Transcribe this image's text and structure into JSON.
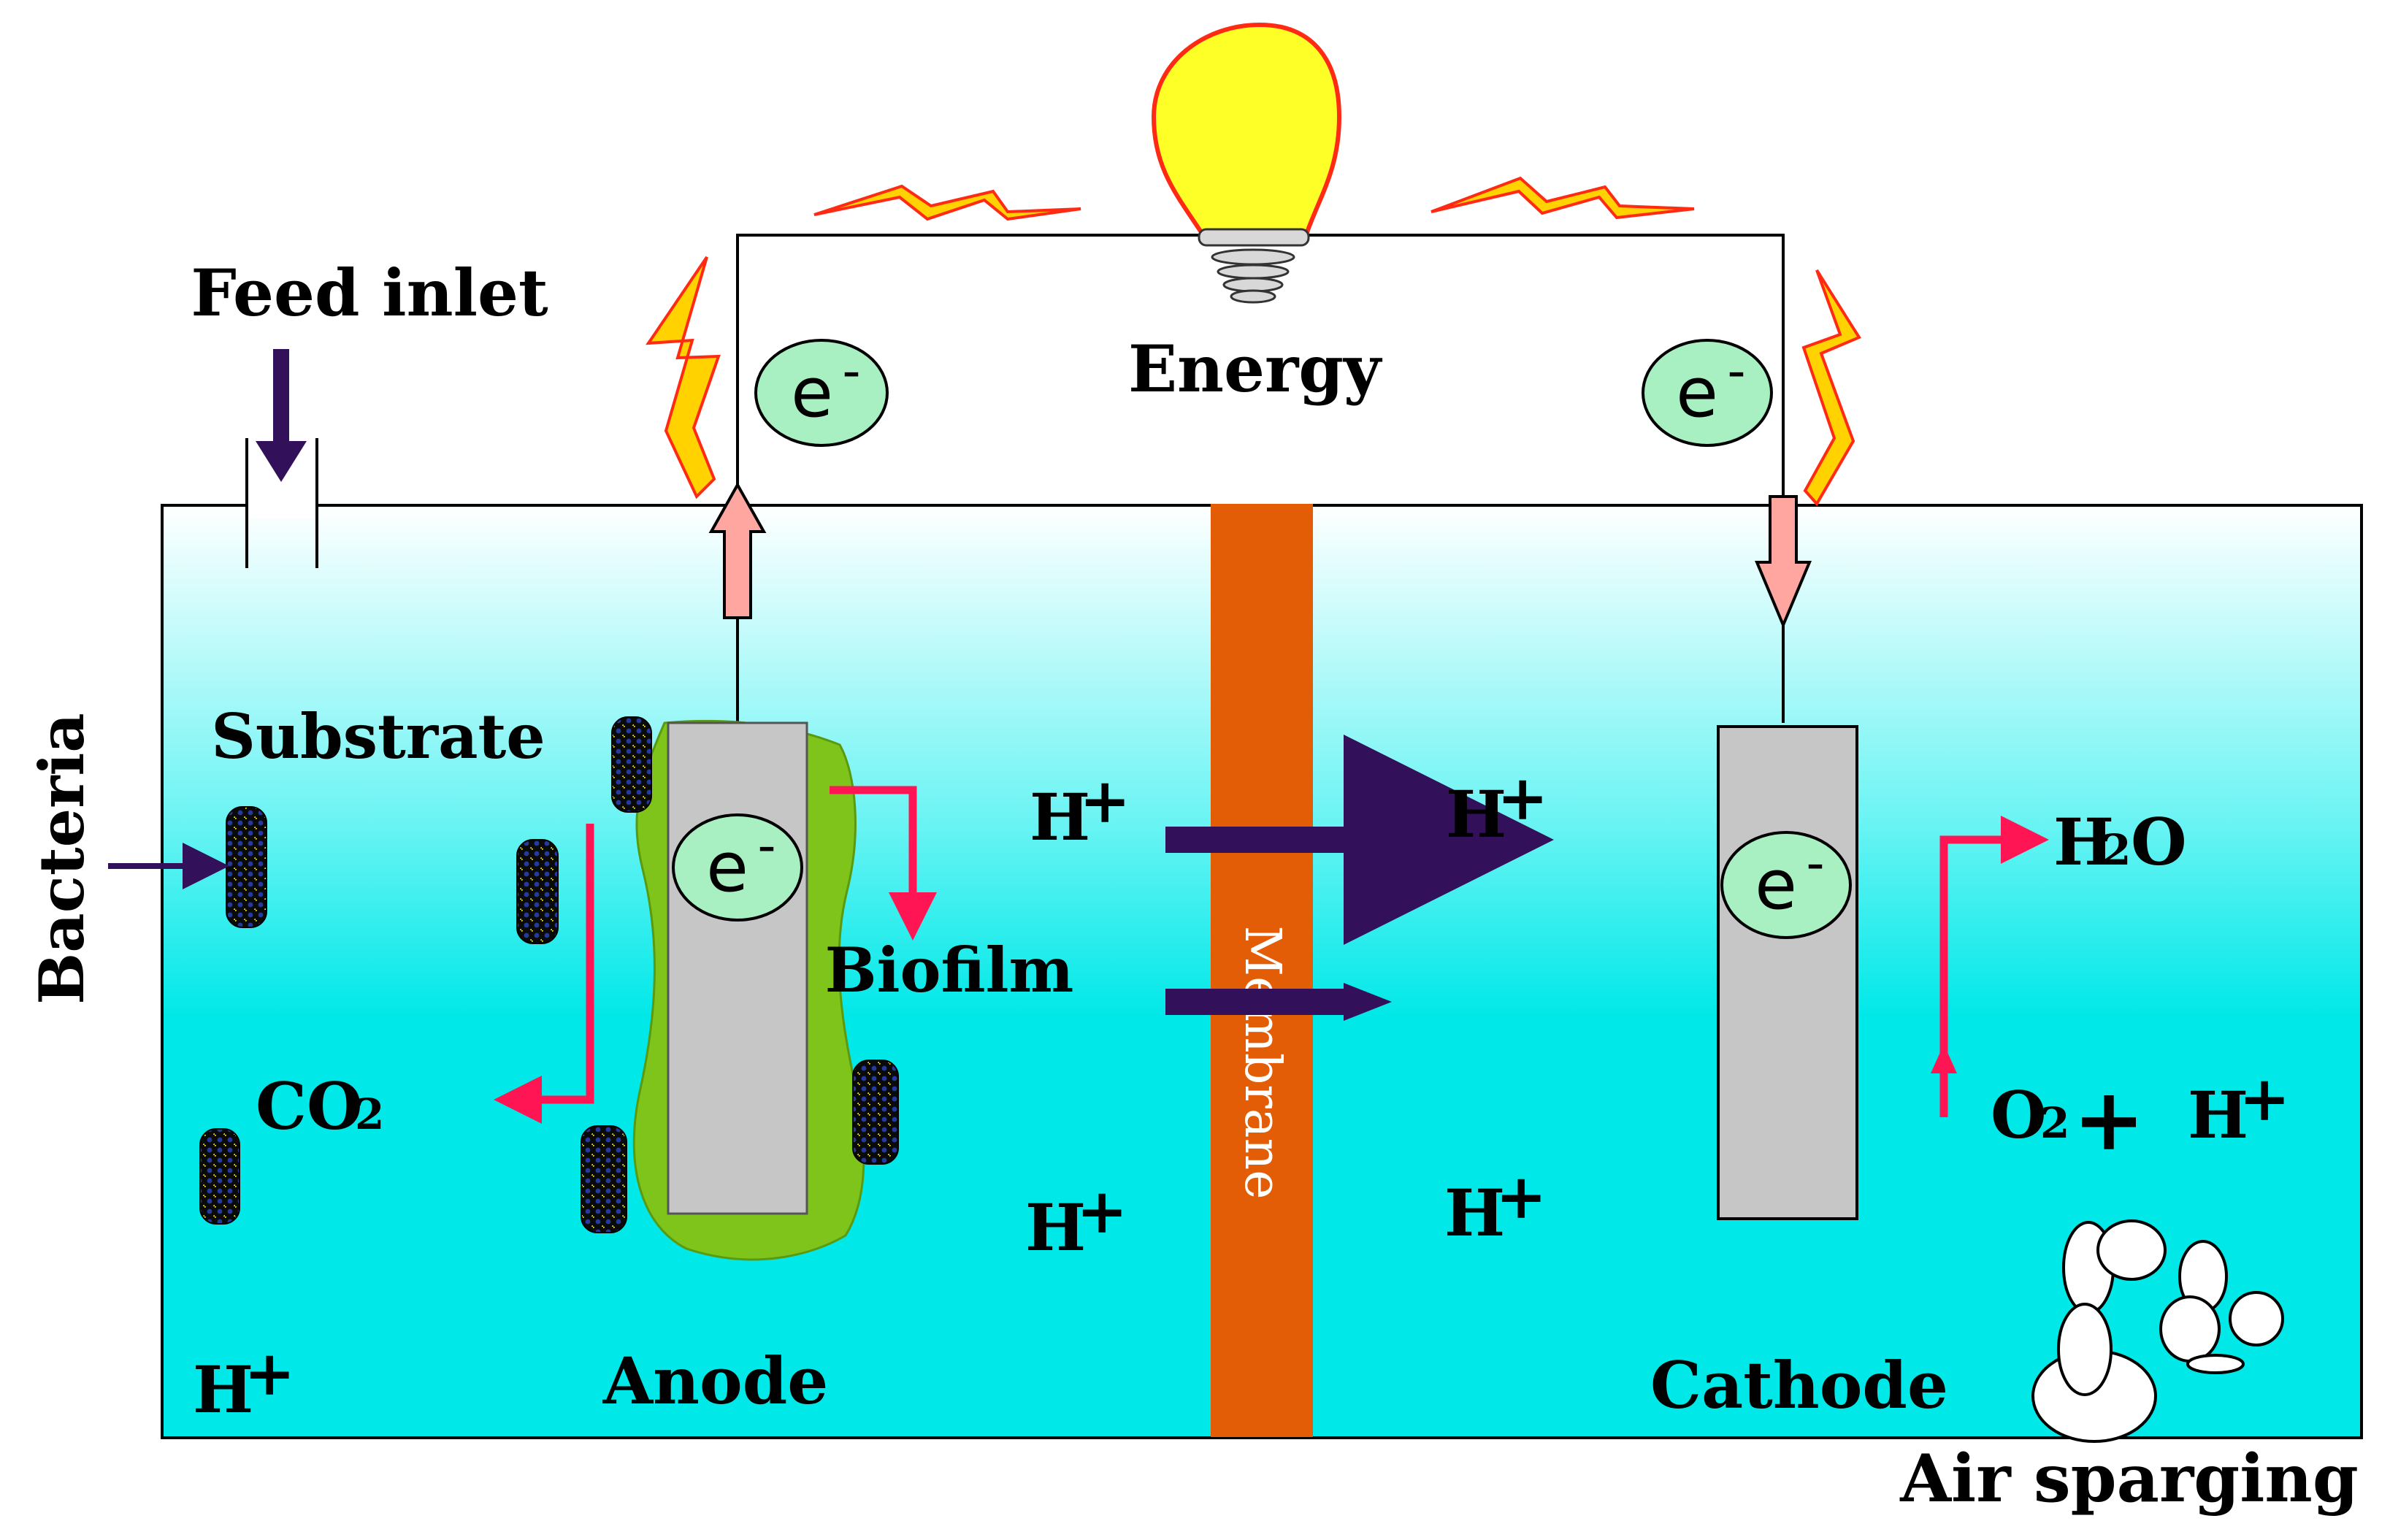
{
  "labels": {
    "feed_inlet": "Feed inlet",
    "energy": "Energy",
    "substrate": "Substrate",
    "bacteria": "Bacteria",
    "biofilm": "Biofilm",
    "co2_base": "CO",
    "co2_sub": "2",
    "anode": "Anode",
    "cathode": "Cathode",
    "membrane": "Membrane",
    "air_sparging": "Air sparging",
    "h2o_h": "H",
    "h2o_sub": "2",
    "h2o_o": "O",
    "o2_base": "O",
    "o2_sub": "2",
    "plus": "+",
    "h_plus_base": "H",
    "h_plus_sup": "+",
    "electron": "e",
    "electron_sup": "-"
  },
  "colors": {
    "electrolyte_top": "#ffffff",
    "electrolyte_mid": "#6ff4f4",
    "electrolyte_bottom": "#00e8e8",
    "membrane": "#e35d06",
    "electrode": "#c6c6c6",
    "biofilm": "#7ec41a",
    "electron_fill": "#a8efc2",
    "proton_arrow": "#33115a",
    "flow_arrow": "#ff1554",
    "current_arrow": "#ffa6a0",
    "bulb": "#ffff28",
    "bulb_outline": "#ff2a14",
    "spark": "#ffd200"
  },
  "icons": [
    "light-bulb-icon",
    "spark-icon",
    "bacteria-cell-icon",
    "air-bubble-icon"
  ]
}
